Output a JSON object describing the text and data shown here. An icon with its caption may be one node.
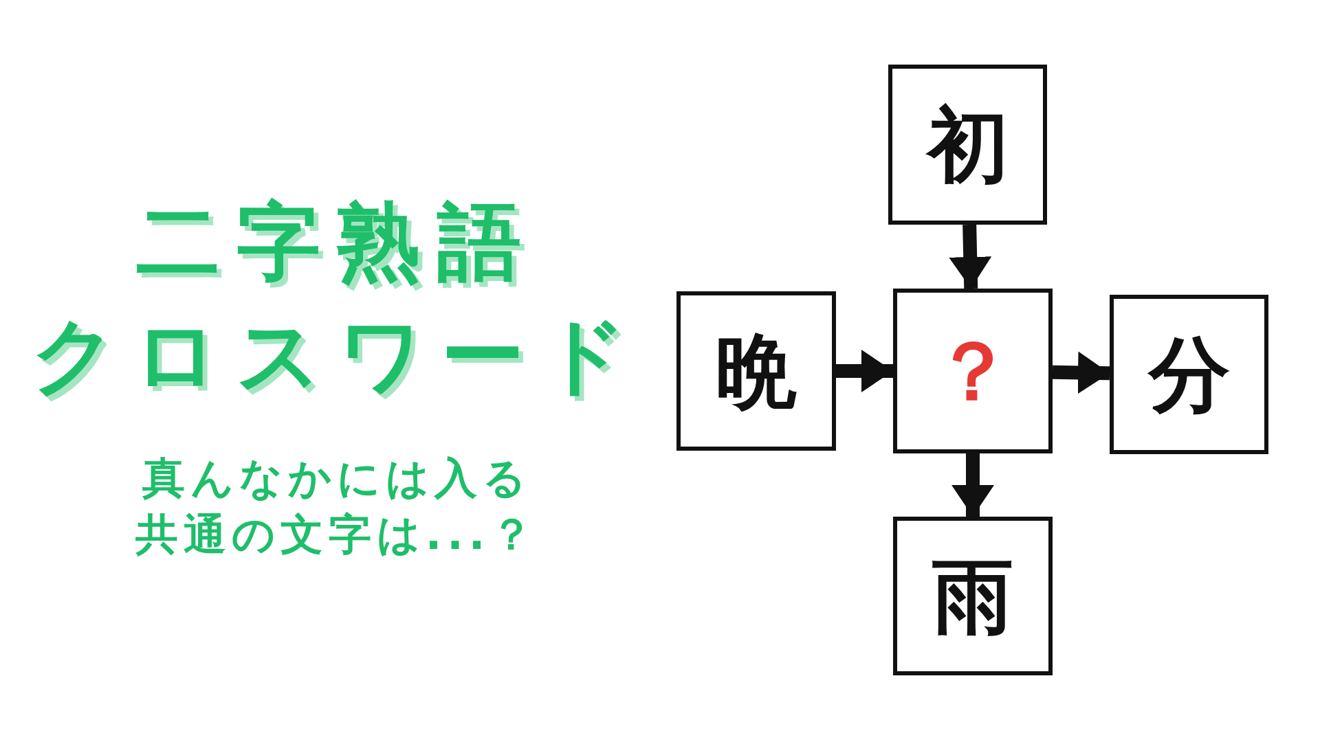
{
  "diagram": {
    "title": "二字熟語クロスワード",
    "nodes": [
      {
        "text": [
          "初"
        ]
      },
      {
        "text": [
          "晩"
        ]
      },
      {
        "text": [
          "？"
        ]
      },
      {
        "text": [
          "分"
        ]
      },
      {
        "text": [
          "雨"
        ]
      }
    ],
    "edges": [
      {
        "from": 0,
        "to": 2,
        "arrow": "to"
      },
      {
        "from": 1,
        "to": 2,
        "arrow": "to"
      },
      {
        "from": 2,
        "to": 3,
        "arrow": "to"
      },
      {
        "from": 2,
        "to": 4,
        "arrow": "to"
      }
    ],
    "labels": [
      "真んなかには入る共通の文字は...？"
    ]
  }
}
